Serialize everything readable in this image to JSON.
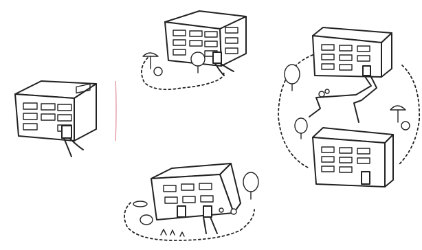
{
  "colors": {
    "ink": "#222222",
    "paper": "#ffffff",
    "divider": "#e7a7b2"
  },
  "scenes": [
    {
      "name": "single-building",
      "features": [
        "building",
        "door-path"
      ]
    },
    {
      "name": "building-with-garden",
      "features": [
        "building",
        "tree",
        "umbrella-table",
        "dashed-garden-boundary"
      ]
    },
    {
      "name": "building-with-courtyard",
      "features": [
        "building",
        "trees",
        "flowers",
        "birdbath",
        "dashed-garden-boundary"
      ]
    },
    {
      "name": "two-buildings-shared-garden",
      "features": [
        "building",
        "building",
        "connecting-path",
        "trees",
        "umbrella-table",
        "dashed-garden-boundary"
      ]
    }
  ]
}
